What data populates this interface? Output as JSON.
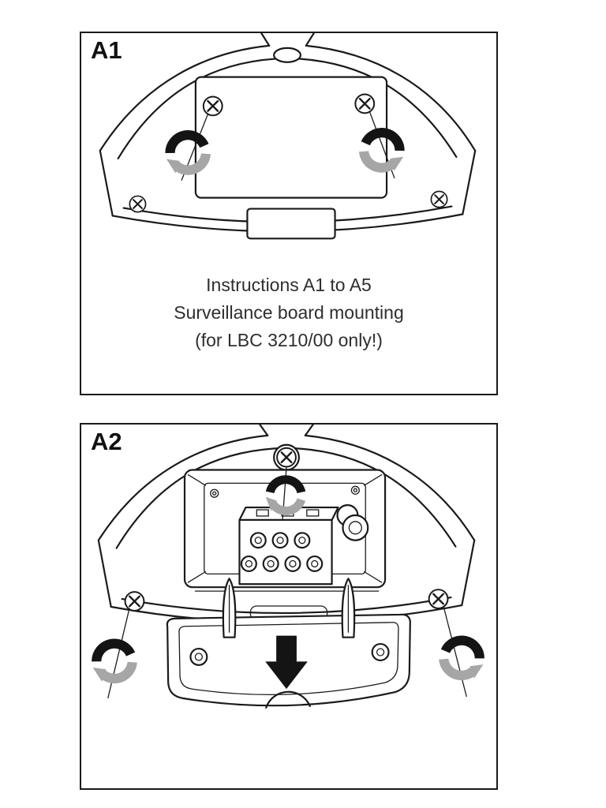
{
  "colors": {
    "background": "#ffffff",
    "line": "#1a1a1a",
    "arrow_black": "#141414",
    "arrow_gray": "#a6a6a6",
    "text": "#2e2e2e",
    "panel_border": "#1a1a1a"
  },
  "icons": {
    "rotation_arrow": "curved-rotation-arrow-black-gray",
    "phillips_screw": "phillips-screw-head",
    "down_arrow": "solid-black-down-arrow"
  },
  "panels": [
    {
      "label": "A1",
      "figure_alt": "Rear view of horn loudspeaker with two screws being loosened (rotation arrows)",
      "caption_lines": [
        "Instructions A1 to A5",
        "Surveillance board mounting",
        "(for LBC 3210/00 only!)"
      ]
    },
    {
      "label": "A2",
      "figure_alt": "Opened rear of loudspeaker showing terminal block and clips; cover removed downward"
    }
  ]
}
